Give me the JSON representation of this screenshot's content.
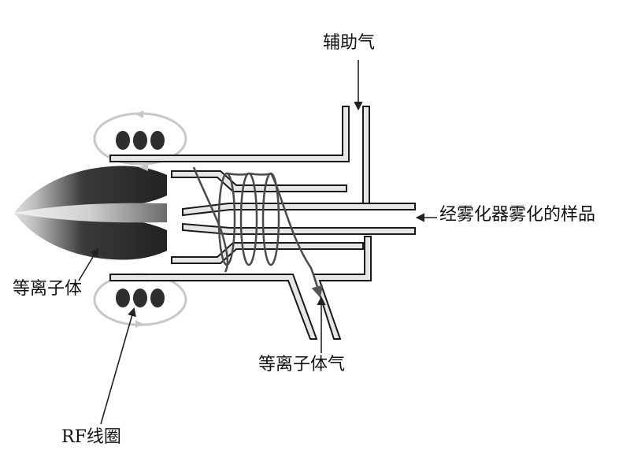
{
  "labels": {
    "auxiliary_gas": "辅助气",
    "sample": "经雾化器雾化的样品",
    "plasma": "等离子体",
    "plasma_gas": "等离子体气",
    "rf_coil": "RF线圈"
  },
  "colors": {
    "tube_fill": "#e6e6e6",
    "tube_edge": "#1a1a1a",
    "flame_dark": "#2b2b2b",
    "flame_light": "#d8d8d8",
    "coil_ring": "#c8c8c8",
    "flow_arrow": "#555555"
  }
}
